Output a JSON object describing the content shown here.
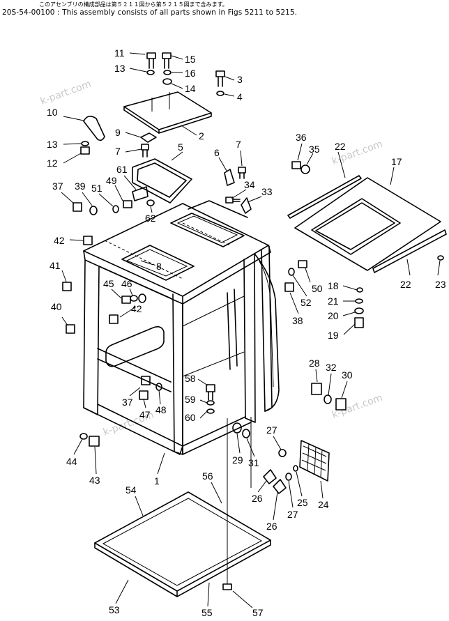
{
  "header": {
    "line1": "このアセンブリの構成部品は第５２１１図から第５２１５図まで含みます。",
    "line2": "20S-54-00100 : This assembly consists of all parts shown in Figs 5211 to 5215."
  },
  "watermark": "k-part.com",
  "callouts": [
    {
      "id": "c11",
      "label": "11"
    },
    {
      "id": "c15",
      "label": "15"
    },
    {
      "id": "c13a",
      "label": "13"
    },
    {
      "id": "c16",
      "label": "16"
    },
    {
      "id": "c3",
      "label": "3"
    },
    {
      "id": "c14",
      "label": "14"
    },
    {
      "id": "c4",
      "label": "4"
    },
    {
      "id": "c10",
      "label": "10"
    },
    {
      "id": "c2",
      "label": "2"
    },
    {
      "id": "c9",
      "label": "9"
    },
    {
      "id": "c13b",
      "label": "13"
    },
    {
      "id": "c12",
      "label": "12"
    },
    {
      "id": "c7a",
      "label": "7"
    },
    {
      "id": "c5",
      "label": "5"
    },
    {
      "id": "c6",
      "label": "6"
    },
    {
      "id": "c7b",
      "label": "7"
    },
    {
      "id": "c36",
      "label": "36"
    },
    {
      "id": "c35",
      "label": "35"
    },
    {
      "id": "c22a",
      "label": "22"
    },
    {
      "id": "c17",
      "label": "17"
    },
    {
      "id": "c61",
      "label": "61"
    },
    {
      "id": "c49",
      "label": "49"
    },
    {
      "id": "c37a",
      "label": "37"
    },
    {
      "id": "c39",
      "label": "39"
    },
    {
      "id": "c51",
      "label": "51"
    },
    {
      "id": "c34",
      "label": "34"
    },
    {
      "id": "c33",
      "label": "33"
    },
    {
      "id": "c62",
      "label": "62"
    },
    {
      "id": "c42a",
      "label": "42"
    },
    {
      "id": "c8",
      "label": "8"
    },
    {
      "id": "c41",
      "label": "41"
    },
    {
      "id": "c45",
      "label": "45"
    },
    {
      "id": "c46",
      "label": "46"
    },
    {
      "id": "c42b",
      "label": "42"
    },
    {
      "id": "c50",
      "label": "50"
    },
    {
      "id": "c52",
      "label": "52"
    },
    {
      "id": "c22b",
      "label": "22"
    },
    {
      "id": "c23",
      "label": "23"
    },
    {
      "id": "c18",
      "label": "18"
    },
    {
      "id": "c21",
      "label": "21"
    },
    {
      "id": "c20",
      "label": "20"
    },
    {
      "id": "c38",
      "label": "38"
    },
    {
      "id": "c19",
      "label": "19"
    },
    {
      "id": "c40",
      "label": "40"
    },
    {
      "id": "c28",
      "label": "28"
    },
    {
      "id": "c32",
      "label": "32"
    },
    {
      "id": "c30",
      "label": "30"
    },
    {
      "id": "c58",
      "label": "58"
    },
    {
      "id": "c37b",
      "label": "37"
    },
    {
      "id": "c59",
      "label": "59"
    },
    {
      "id": "c48",
      "label": "48"
    },
    {
      "id": "c47",
      "label": "47"
    },
    {
      "id": "c60",
      "label": "60"
    },
    {
      "id": "c27a",
      "label": "27"
    },
    {
      "id": "c44",
      "label": "44"
    },
    {
      "id": "c29",
      "label": "29"
    },
    {
      "id": "c31",
      "label": "31"
    },
    {
      "id": "c1",
      "label": "1"
    },
    {
      "id": "c43",
      "label": "43"
    },
    {
      "id": "c24",
      "label": "24"
    },
    {
      "id": "c25",
      "label": "25"
    },
    {
      "id": "c26a",
      "label": "26"
    },
    {
      "id": "c56",
      "label": "56"
    },
    {
      "id": "c54",
      "label": "54"
    },
    {
      "id": "c26b",
      "label": "26"
    },
    {
      "id": "c27b",
      "label": "27"
    },
    {
      "id": "c53",
      "label": "53"
    },
    {
      "id": "c55",
      "label": "55"
    },
    {
      "id": "c57",
      "label": "57"
    }
  ]
}
